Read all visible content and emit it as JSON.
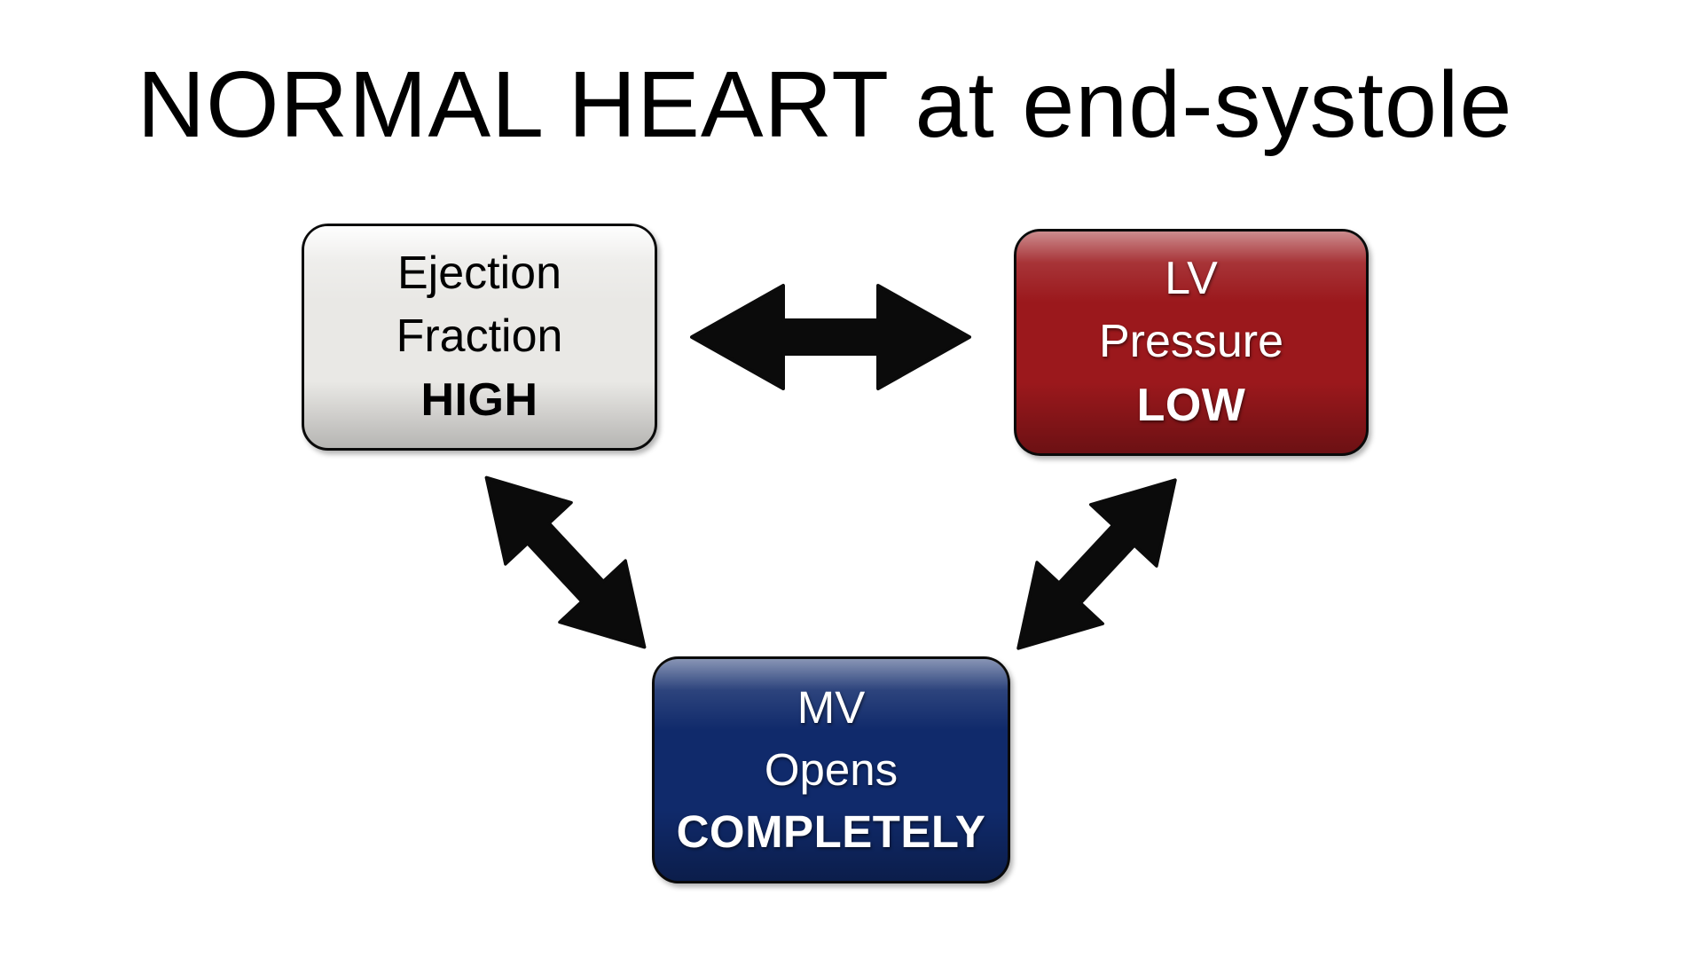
{
  "title": "NORMAL HEART at end-systole",
  "nodes": {
    "ejection_fraction": {
      "line1": "Ejection",
      "line2": "Fraction",
      "emphasis": "HIGH",
      "fill": "#E9E8E5",
      "text_color": "#000000"
    },
    "lv_pressure": {
      "line1": "LV",
      "line2": "Pressure",
      "emphasis": "LOW",
      "fill": "#9B181C",
      "text_color": "#FFFFFF"
    },
    "mv_opens": {
      "line1": "MV",
      "line2": "Opens",
      "emphasis": "COMPLETELY",
      "fill": "#102A6B",
      "text_color": "#FFFFFF"
    }
  },
  "arrows": [
    {
      "name": "ejection-fraction-to-lv-pressure",
      "type": "double-headed",
      "color": "#0B0B0B"
    },
    {
      "name": "ejection-fraction-to-mv-opens",
      "type": "double-headed",
      "color": "#0B0B0B"
    },
    {
      "name": "lv-pressure-to-mv-opens",
      "type": "double-headed",
      "color": "#0B0B0B"
    }
  ],
  "colors": {
    "background": "#FFFFFF",
    "title_text": "#000000"
  }
}
